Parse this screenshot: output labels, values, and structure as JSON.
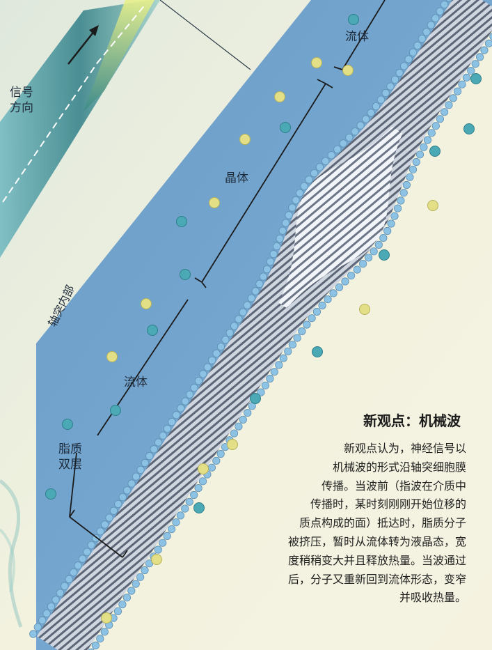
{
  "labels": {
    "signal_direction": [
      "信号",
      "方向"
    ],
    "fluid_top": "流体",
    "crystal": "晶体",
    "fluid_bottom": "流体",
    "lipid_bilayer": [
      "脂质",
      "双层"
    ],
    "axon_interior": "轴突内部"
  },
  "panel": {
    "title": "新观点：机械波",
    "lines": [
      "新观点认为，神经信号以",
      "机械波的形式沿轴突细胞膜",
      "传播。当波前（指波在介质中",
      "传播时，某时刻刚刚开始位移的",
      "质点构成的面）抵达时，脂质分子",
      "被挤压，暂时从流体转为液晶态，宽",
      "度稍稍变大并且释放热量。当波通过",
      "后，分子又重新回到流体形态，变窄",
      "并吸收热量。"
    ]
  },
  "colors": {
    "background": "#eef1e2",
    "interior_blue": "#6f9ec8",
    "membrane_head": "#8cc3e4",
    "teal_particle": "#4aa9b5",
    "yellow_particle": "#e3df86",
    "text": "#1f2b3a"
  }
}
